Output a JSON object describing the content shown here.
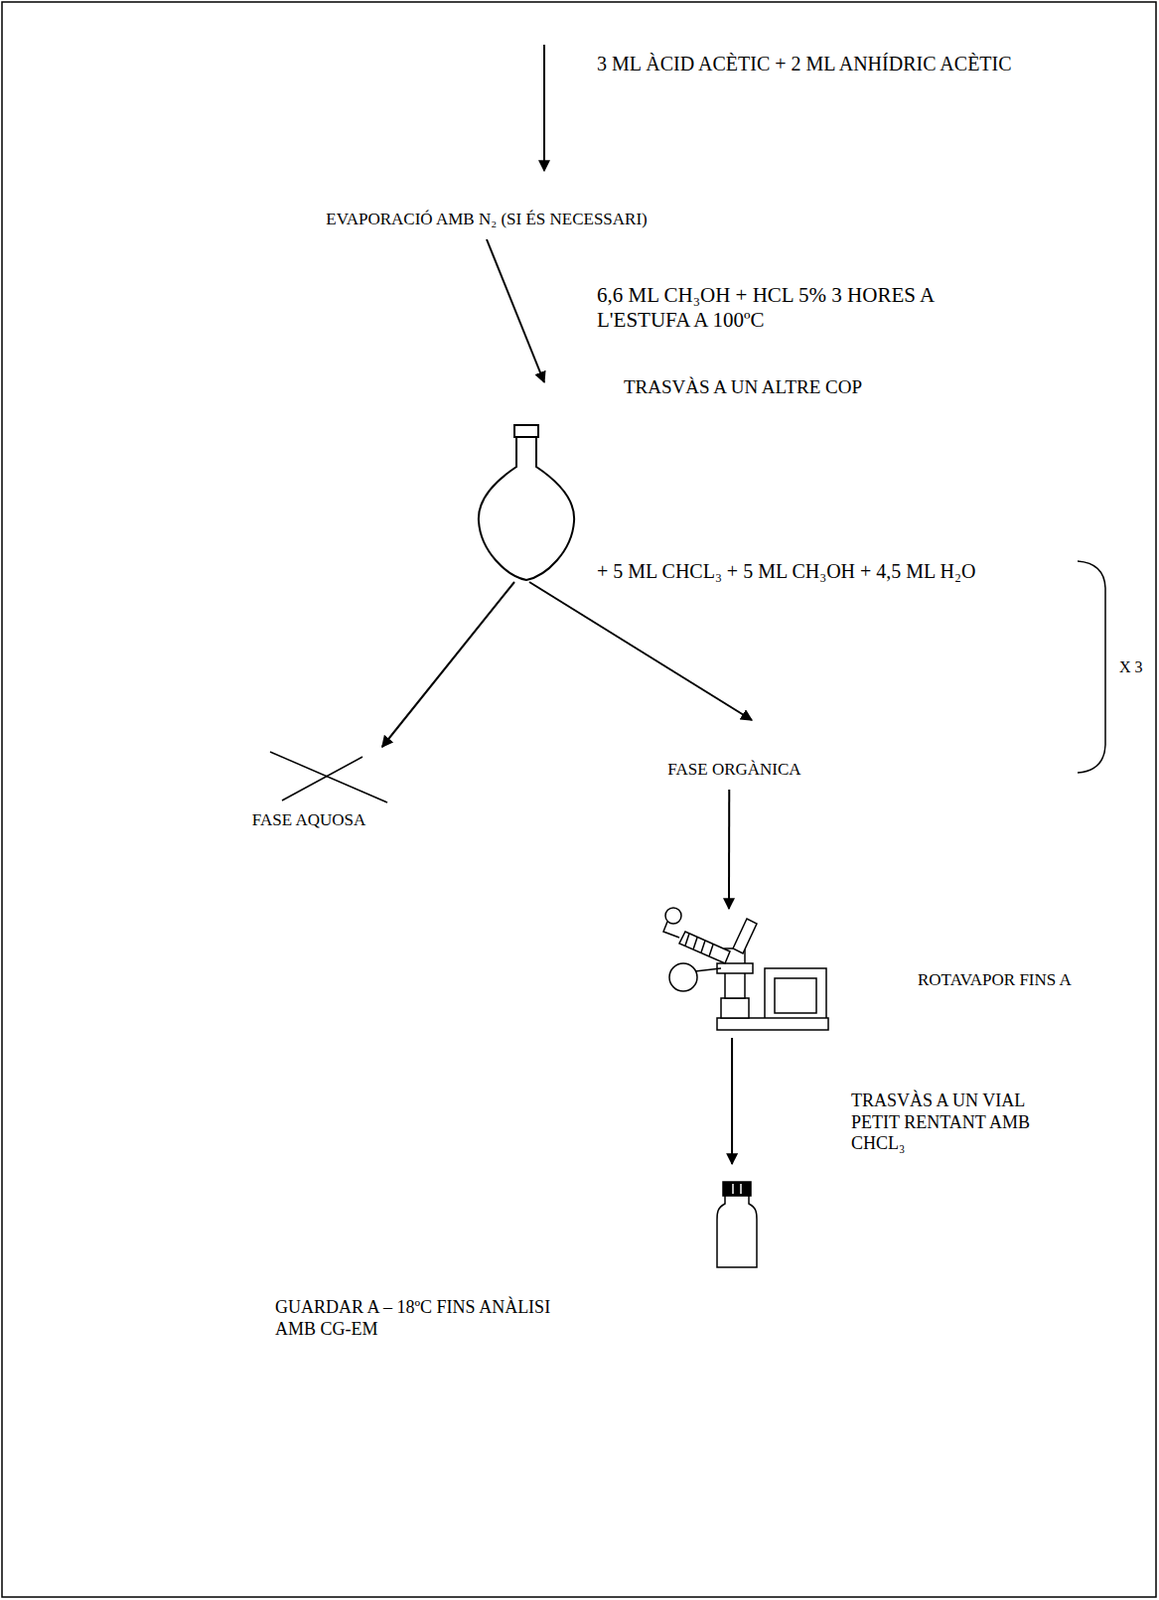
{
  "diagram": {
    "nodes": [
      {
        "text": [
          "EVAPORACIÓ AMB N₂ (SI ÉS NECESSARI)"
        ]
      },
      {
        "text": [
          "TRASVÀS A UN ALTRE COP",
          "+ 5 ML CHCL₃ + 5 ML CH₃OH + 4,5 ML H₂O"
        ]
      },
      {
        "text": [
          "FASE AQUOSA"
        ]
      },
      {
        "text": [
          "FASE ORGÀNICA"
        ]
      },
      {
        "text": [
          "ROTAVAPOR FINS A"
        ]
      },
      {
        "text": [
          "GUARDAR A – 18ºC FINS ANÀLISI AMB CG-EM"
        ]
      }
    ],
    "edges": [
      {
        "from": 0,
        "to": 1,
        "arrow": "to",
        "label": "6,6 ML CH₃OH + HCL 5% 3 HORES A L'ESTUFA A 100ºC"
      },
      {
        "from": 1,
        "to": 2,
        "arrow": "to"
      },
      {
        "from": 1,
        "to": 3,
        "arrow": "to"
      },
      {
        "from": 3,
        "to": 4,
        "arrow": "to"
      },
      {
        "from": 4,
        "to": 5,
        "arrow": "to",
        "label": "TRASVÀS A UN VIAL PETIT RENTANT AMB CHCL₃"
      }
    ],
    "labels": [
      "3 ML ÀCID ACÈTIC + 2 ML ANHÍDRIC ACÈTIC",
      "X 3"
    ]
  }
}
